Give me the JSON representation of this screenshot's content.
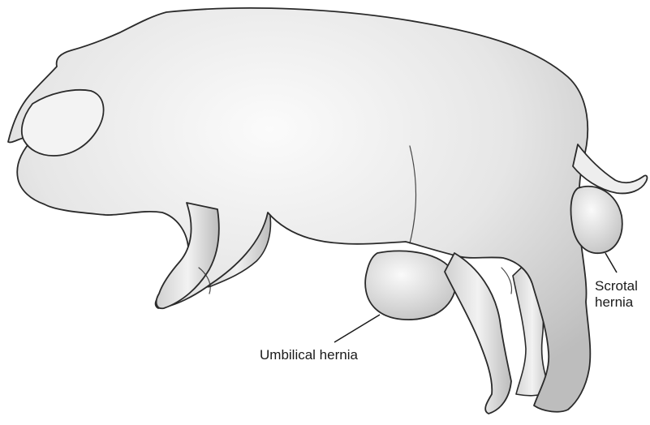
{
  "labels": {
    "umbilical": "Umbilical hernia",
    "scrotal_line1": "Scrotal",
    "scrotal_line2": "hernia"
  },
  "colors": {
    "body_fill_light": "#f4f4f4",
    "body_fill_shade": "#bdbdbd",
    "outline": "#2a2a2a"
  }
}
